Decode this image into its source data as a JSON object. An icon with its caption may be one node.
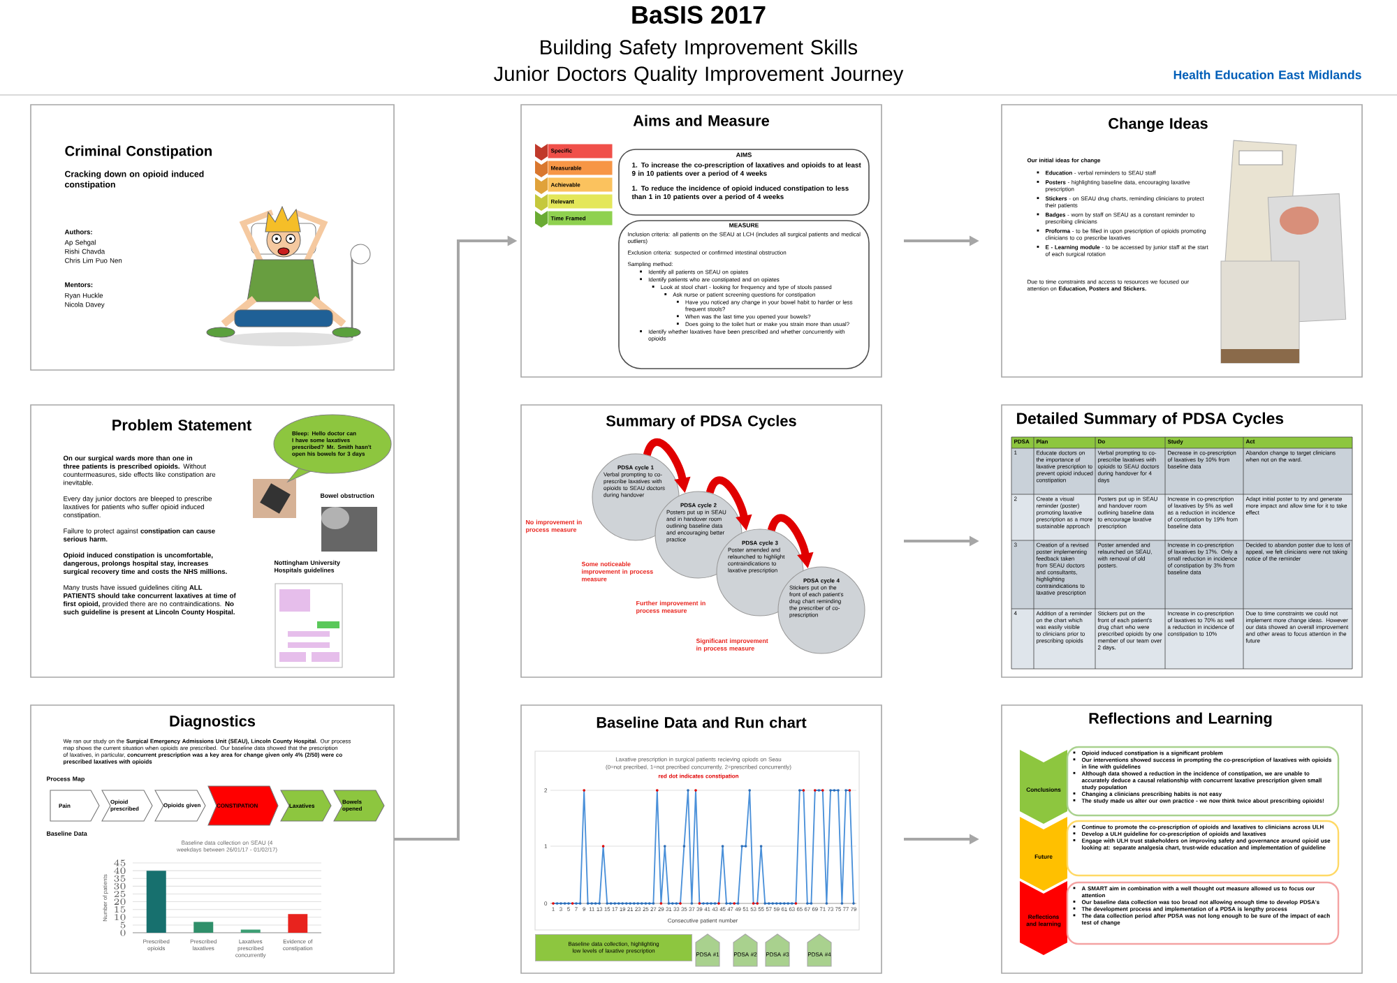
{
  "diagram": {
    "title": "BaSIS 2017",
    "nodes": [
      {
        "text": [
          "Criminal Constipation",
          "Cracking down on opioid induced constipation",
          "Authors:",
          "Ap Sehgal",
          "Rishi Chavda",
          "Chris Lim Puo Nen",
          "Mentors:",
          "Ryan Huckle",
          "Nicola Davey"
        ]
      },
      {
        "text": [
          "Problem Statement",
          "**On our surgical wards more than one in three patients is prescribed opioids.** Without countermeasures, side effects like constipation are inevitable.",
          "Every day junior doctors are bleeped to prescribe laxatives for patients who suffer opioid induced constipation.",
          "Failure to protect against **constipation can cause serious harm.**",
          "Opioid induced constipation is uncomfortable, dangerous, prolongs hospital stay, increases surgical recovery time and costs the NHS millions.",
          "Many trusts have issued guidelines citing **ALL PATIENTS should take concurrent laxatives at time of first opioid,** provided there are no contraindications. **No such guideline is present at Lincoln County Hospital.**",
          "Bowel obstruction",
          "Nottingham University Hospitals guidelines"
        ]
      },
      {
        "text": [
          "Bleep: Hello doctor can I have some laxatives prescribed? Mr. Smith hasn't open his bowels for 3 days"
        ],
        "in": 1
      },
      {
        "text": [
          "Diagnostics",
          "We ran our study on the **Surgical Emergency Admissions Unit (SEAU), Lincoln County Hospital.** Our process map shows the current situation when opioids are prescribed. Our baseline data showed that the prescription of laxatives, in particular, **concurrent prescription was a key area for change given only 4% (2/50) were co prescribed laxatives with opioids**",
          "Process Map",
          "Baseline Data"
        ]
      },
      {
        "text": [
          "Pain"
        ],
        "in": 3
      },
      {
        "text": [
          "Opioid prescribed"
        ],
        "in": 3
      },
      {
        "text": [
          "Opioids given"
        ],
        "in": 3
      },
      {
        "text": [
          "CONSTIPATION"
        ],
        "in": 3
      },
      {
        "text": [
          "Laxatives"
        ],
        "in": 3
      },
      {
        "text": [
          "Bowels opened"
        ],
        "in": 3
      },
      {
        "text": [
          "Aims and Measure"
        ]
      },
      {
        "text": [
          "Specific"
        ],
        "in": 10
      },
      {
        "text": [
          "Measurable"
        ],
        "in": 10
      },
      {
        "text": [
          "Achievable"
        ],
        "in": 10
      },
      {
        "text": [
          "Relevant"
        ],
        "in": 10
      },
      {
        "text": [
          "Time Framed"
        ],
        "in": 10
      },
      {
        "text": [
          "AIMS",
          "1. To increase the co-prescription of laxatives and opioids to at least 9 in 10 patients over a period of 4 weeks",
          "1. To reduce the incidence of opioid induced constipation to less than 1 in 10 patients over a period of 4 weeks"
        ],
        "in": 10
      },
      {
        "text": [
          "MEASURE",
          "Inclusion criteria: all patients on the SEAU at LCH (includes all surgical patients and medical outliers)",
          "Exclusion criteria: suspected or confirmed intestinal obstruction",
          "Sampling method:",
          "Identify all patients on SEAU on opiates",
          "Identify patients who are constipated and on opiates",
          "Look at stool chart - looking for frequency and type of stools passed",
          "Ask nurse or patient screening questions for constipation",
          "Have you noticed any change in your bowel habit to harder or less frequent stools?",
          "When was the last time you opened your bowels?",
          "Does going to the toilet hurt or make you strain more than usual?",
          "Identify whether laxatives have been prescribed and whether concurrently with opioids"
        ],
        "in": 10
      },
      {
        "text": [
          "Summary of PDSA Cycles"
        ]
      },
      {
        "text": [
          "PDSA cycle 1",
          "Verbal prompting to co-prescribe laxatives with opioids to SEAU doctors during handover"
        ],
        "in": 18,
        "beside": [
          "No improvement in process measure"
        ]
      },
      {
        "text": [
          "PDSA cycle 2",
          "Posters put up in SEAU and in handover room outlining baseline data and encouraging better practice"
        ],
        "in": 18,
        "beside": [
          "Some noticeable improvement in process measure"
        ]
      },
      {
        "text": [
          "PDSA cycle 3",
          "Poster amended and relaunched to highlight contraindications to laxative prescription"
        ],
        "in": 18,
        "beside": [
          "Further improvement in process measure"
        ]
      },
      {
        "text": [
          "PDSA cycle 4",
          "Stickers put on the front of each patient's drug chart reminding the prescriber of co-prescription"
        ],
        "in": 18,
        "beside": [
          "Significant improvement in process measure"
        ]
      },
      {
        "text": [
          "Baseline Data and Run chart"
        ]
      },
      {
        "text": [
          "Baseline data collection, highlighting low levels of laxative prescription"
        ],
        "in": 23
      },
      {
        "text": [
          "PDSA #1"
        ],
        "in": 23
      },
      {
        "text": [
          "PDSA #2"
        ],
        "in": 23
      },
      {
        "text": [
          "PDSA #3"
        ],
        "in": 23
      },
      {
        "text": [
          "PDSA #4"
        ],
        "in": 23
      },
      {
        "text": [
          "Change Ideas",
          "Our initial ideas for change",
          "**Education** - verbal reminders to SEAU staff",
          "**Posters** - highlighting baseline data, encouraging laxative prescription",
          "**Stickers** - on SEAU drug charts, reminding clinicians to protect their patients",
          "**Badges** - worn by staff on SEAU as a constant reminder to prescribing clinicians",
          "**Proforma** - to be filled in upon prescription of opioids promoting clinicians to co prescribe laxatives",
          "**E - Learning module** - to be accessed by junior staff at the start of each surgical rotation",
          "Due to time constraints and access to resources we focused our attention on **Education, Posters and Stickers.**"
        ]
      },
      {
        "text": [
          "Detailed Summary of PDSA Cycles"
        ]
      },
      {
        "text": [
          "Reflections and Learning"
        ]
      },
      {
        "text": [
          "Conclusions"
        ],
        "in": 31
      },
      {
        "text": [
          "Opioid induced constipation is a significant problem",
          "Our interventions showed success in prompting the co-prescription of laxatives with opioids in line with guidelines",
          "Although data showed a reduction in the incidence of constipation, we are unable to accurately deduce a causal relationship with concurrent laxative prescription given small study population",
          "Changing a clinicians prescribing habits is not easy",
          "The study made us alter our own practice - we now think twice about prescribing opioids!"
        ],
        "in": 31
      },
      {
        "text": [
          "Future"
        ],
        "in": 31
      },
      {
        "text": [
          "Continue to promote the co-prescription of opioids and laxatives to clinicians across ULH",
          "Develop a ULH guideline for co-prescription of opioids and laxatives",
          "Engage with ULH trust stakeholders on improving safety and governance around opioid use looking at: separate analgesia chart, trust-wide education and implementation of guideline"
        ],
        "in": 31
      },
      {
        "text": [
          "Reflections and learning"
        ],
        "in": 31
      },
      {
        "text": [
          "A SMART aim in combination with a well thought out measure allowed us to focus our attention",
          "Our baseline data collection was too broad not allowing enough time to develop PDSA's",
          "The development process and implementation of a PDSA is lengthy process",
          "The data collection period after PDSA was not long enough to be sure of the impact of each test of change"
        ],
        "in": 31
      }
    ],
    "edges": [
      {
        "from": 3,
        "to": 10,
        "arrow": "to"
      },
      {
        "from": 10,
        "to": 29,
        "arrow": "to"
      },
      {
        "from": 18,
        "to": 30,
        "arrow": "to"
      },
      {
        "from": 23,
        "to": 31,
        "arrow": "to"
      },
      {
        "from": 19,
        "to": 20,
        "arrow": "to",
        "style": "thick",
        "color": "#e00000"
      },
      {
        "from": 20,
        "to": 21,
        "arrow": "to",
        "style": "thick",
        "color": "#e00000"
      },
      {
        "from": 21,
        "to": 22,
        "arrow": "to",
        "style": "thick",
        "color": "#e00000"
      }
    ],
    "labels": [
      "Building Safety Improvement Skills",
      "Junior Doctors Quality Improvement Journey",
      "Health Education East Midlands",
      "Laxative prescription in surgical patients recieving opiods on Seau",
      "(0=not precribed, 1=not precribed concurrently, 2=prescribed concurrently)",
      "red dot indicates constipation",
      "2",
      "1",
      "0",
      "1",
      "3",
      "5",
      "7",
      "9",
      "11",
      "13",
      "15",
      "17",
      "19",
      "21",
      "23",
      "25",
      "27",
      "29",
      "31",
      "33",
      "35",
      "37",
      "39",
      "41",
      "43",
      "45",
      "47",
      "49",
      "51",
      "53",
      "55",
      "57",
      "59",
      "61",
      "63",
      "65",
      "67",
      "69",
      "71",
      "73",
      "75",
      "77",
      "79",
      "Consecutive patient number",
      "PDSA",
      "Plan",
      "Do",
      "Study",
      "Act",
      "1",
      "Educate doctors on the importance of laxative prescription to prevent opioid induced constipation",
      "Verbal prompting to co-prescribe laxatives with opioids to SEAU doctors during handover for 4 days",
      "Decrease in co-prescription of laxatives by 10% from baseline data",
      "Abandon change to target clinicians when not on the ward.",
      "2",
      "Create a visual reminder (poster) promoting laxative prescription as a more sustainable approach",
      "Posters put up in SEAU and handover room outlining baseline data to encourage laxative prescription",
      "Increase in co-prescription of laxatives by 5% as well as a reduction in incidence of constipation by 19% from baseline data",
      "Adapt initial poster to try and generate more impact and allow time for it to take effect",
      "3",
      "Creation of a revised poster implementing feedback taken from SEAU doctors and consultants, highlighting contraindications to laxative prescription",
      "Poster amended and relaunched on SEAU, with removal of old posters.",
      "Increase in co-prescription of laxatives by 17%. Only a small reduction in incidence of constipation by 3% from baseline data",
      "Decided to abandon poster due to loss of appeal, we felt clinicians were not taking notice of the reminder",
      "4",
      "Addition of a reminder on the chart which was easily visible to clinicians prior to prescribing opioids",
      "Stickers put on the front of each patient's drug chart who were prescribed opioids by one member of our team over 2 days.",
      "Increase in co-prescription of laxatives to 70% as well a reduction in incidence of constipation to 10%",
      "Due to time constraints we could not implement more change ideas. However our data showed an overall improvement and other areas to focus attention in the future"
    ],
    "chart_data": {
      "type": "bar",
      "title": "Baseline data collection on SEAU (4 weekdays between 26/01/17 - 01/02/17)",
      "ylabel": "Number of patients",
      "categories": [
        "Prescribed opioids",
        "Prescribed laxatives",
        "Laxatives prescribed concurrently",
        "Evidence of constipation"
      ],
      "values": [
        40,
        7,
        2,
        12
      ],
      "ylim": [
        0,
        45
      ],
      "grid": true,
      "yticks": [
        0,
        5,
        10,
        15,
        20,
        25,
        30,
        35,
        40,
        45
      ]
    }
  }
}
